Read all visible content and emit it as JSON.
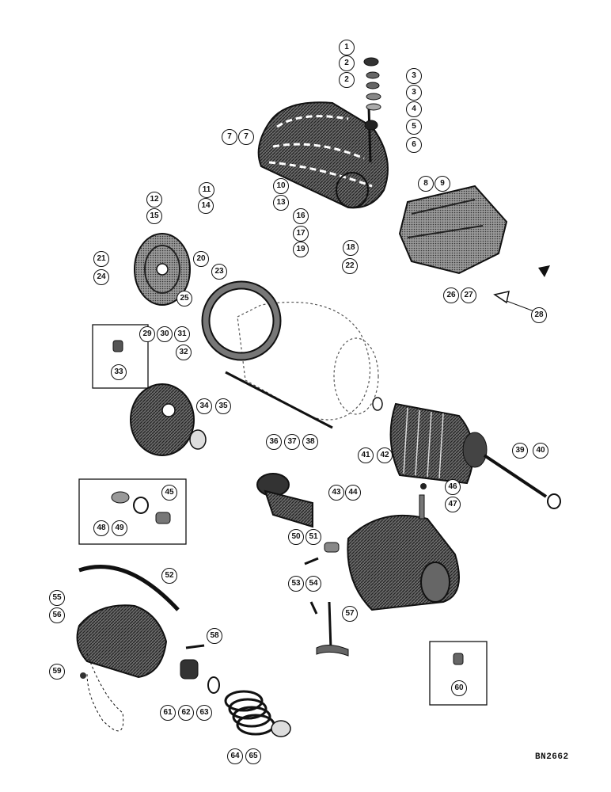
{
  "diagram": {
    "document_ref": "BN2662",
    "callouts": [
      "1",
      "2",
      "2",
      "3",
      "3",
      "4",
      "5",
      "6",
      "7",
      "7",
      "8",
      "9",
      "10",
      "11",
      "12",
      "13",
      "14",
      "15",
      "16",
      "17",
      "18",
      "19",
      "20",
      "21",
      "22",
      "23",
      "24",
      "25",
      "26",
      "27",
      "28",
      "29",
      "30",
      "31",
      "32",
      "33",
      "34",
      "35",
      "36",
      "37",
      "38",
      "39",
      "40",
      "41",
      "42",
      "43",
      "44",
      "45",
      "46",
      "47",
      "48",
      "49",
      "50",
      "51",
      "52",
      "53",
      "54",
      "55",
      "56",
      "57",
      "58",
      "59",
      "60",
      "61",
      "62",
      "63",
      "64",
      "65"
    ]
  },
  "colors": {
    "ink": "#111111",
    "paper": "#ffffff",
    "shade": "#555555"
  }
}
